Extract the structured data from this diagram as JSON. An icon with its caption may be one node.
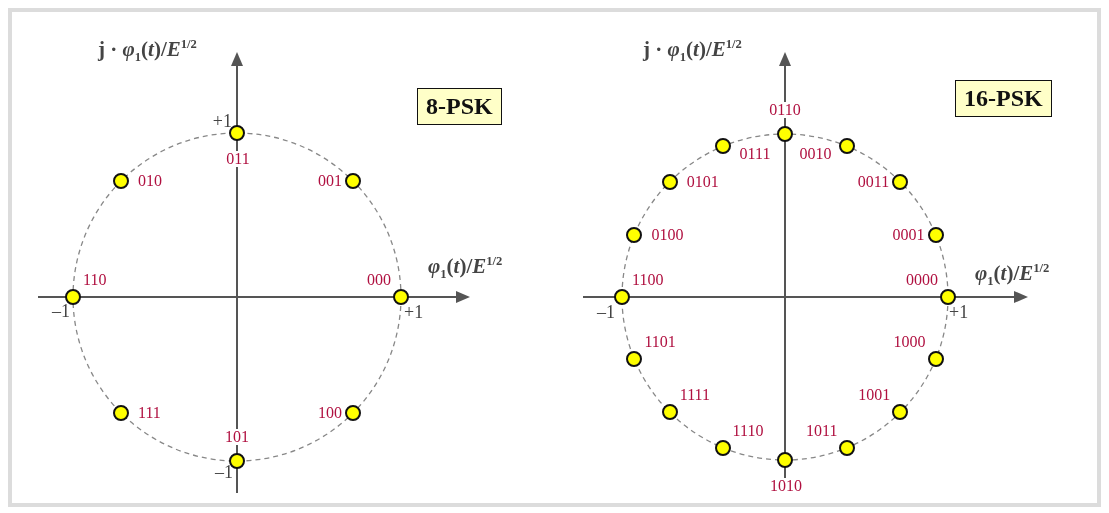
{
  "diagram": {
    "nodes": [
      {
        "text": [
          "8-PSK"
        ]
      },
      {
        "text": [],
        "shape": "circle",
        "beside": [
          "011"
        ]
      },
      {
        "text": [],
        "shape": "circle",
        "beside": [
          "010"
        ]
      },
      {
        "text": [],
        "shape": "circle",
        "beside": [
          "001"
        ]
      },
      {
        "text": [],
        "shape": "circle",
        "beside": [
          "110"
        ]
      },
      {
        "text": [],
        "shape": "circle",
        "beside": [
          "000"
        ]
      },
      {
        "text": [],
        "shape": "circle",
        "beside": [
          "111"
        ]
      },
      {
        "text": [],
        "shape": "circle",
        "beside": [
          "100"
        ]
      },
      {
        "text": [],
        "shape": "circle",
        "beside": [
          "101"
        ]
      },
      {
        "text": [
          "16-PSK"
        ]
      },
      {
        "text": [],
        "shape": "circle",
        "beside": [
          "0110"
        ]
      },
      {
        "text": [],
        "shape": "circle",
        "beside": [
          "0111"
        ]
      },
      {
        "text": [],
        "shape": "circle",
        "beside": [
          "0010"
        ]
      },
      {
        "text": [],
        "shape": "circle",
        "beside": [
          "0101"
        ]
      },
      {
        "text": [],
        "shape": "circle",
        "beside": [
          "0011"
        ]
      },
      {
        "text": [],
        "shape": "circle",
        "beside": [
          "0100"
        ]
      },
      {
        "text": [],
        "shape": "circle",
        "beside": [
          "0001"
        ]
      },
      {
        "text": [],
        "shape": "circle",
        "beside": [
          "1100"
        ]
      },
      {
        "text": [],
        "shape": "circle",
        "beside": [
          "0000"
        ]
      },
      {
        "text": [],
        "shape": "circle",
        "beside": [
          "1101"
        ]
      },
      {
        "text": [],
        "shape": "circle",
        "beside": [
          "1000"
        ]
      },
      {
        "text": [],
        "shape": "circle",
        "beside": [
          "1111"
        ]
      },
      {
        "text": [],
        "shape": "circle",
        "beside": [
          "1001"
        ]
      },
      {
        "text": [],
        "shape": "circle",
        "beside": [
          "1110"
        ]
      },
      {
        "text": [],
        "shape": "circle",
        "beside": [
          "1011"
        ]
      },
      {
        "text": [],
        "shape": "circle",
        "beside": [
          "1010"
        ]
      }
    ],
    "edges": [],
    "labels": [
      "j · *φ*$_{1}$(*t*)/*E*$^{1/2}$",
      "+1",
      "*φ*$_{1}$(*t*)/*E*$^{1/2}$",
      "–1",
      "+1",
      "–1",
      "j · *φ*$_{1}$(*t*)/*E*$^{1/2}$",
      "*φ*$_{1}$(*t*)/*E*$^{1/2}$",
      "–1",
      "+1"
    ]
  }
}
